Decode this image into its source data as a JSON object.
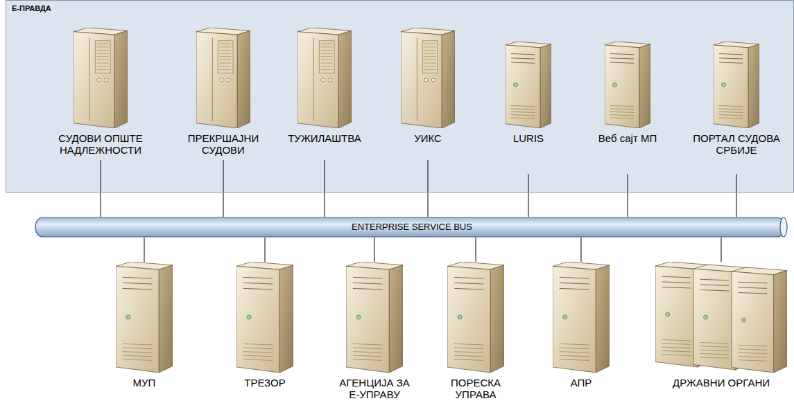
{
  "diagram": {
    "nodes": [
      {
        "text": [
          "Е-ПРАВДА"
        ]
      },
      {
        "text": [
          "СУДОВИ ОПШТЕ НАДЛЕЖНОСТИ"
        ],
        "in": 0
      },
      {
        "text": [
          "ПРЕКРШАЈНИ СУДОВИ"
        ],
        "in": 0
      },
      {
        "text": [
          "ТУЖИЛАШТВА"
        ],
        "in": 0
      },
      {
        "text": [
          "УИКС"
        ],
        "in": 0
      },
      {
        "text": [
          "LURIS"
        ],
        "in": 0
      },
      {
        "text": [
          "Веб сајт МП"
        ],
        "in": 0
      },
      {
        "text": [
          "ПОРТАЛ СУДОВА СРБИЈЕ"
        ],
        "in": 0
      },
      {
        "text": [
          "ENTERPRISE SERVICE BUS"
        ]
      },
      {
        "text": [
          "МУП"
        ]
      },
      {
        "text": [
          "ТРЕЗОР"
        ]
      },
      {
        "text": [
          "АГЕНЦИЈА ЗА Е-УПРАВУ"
        ]
      },
      {
        "text": [
          "ПОРЕСКА УПРАВА"
        ]
      },
      {
        "text": [
          "АПР"
        ]
      },
      {
        "text": [
          "ДРЖАВНИ ОРГАНИ"
        ]
      }
    ],
    "edges": [
      {
        "from": 1,
        "to": 8,
        "arrow": "none"
      },
      {
        "from": 2,
        "to": 8,
        "arrow": "none"
      },
      {
        "from": 3,
        "to": 8,
        "arrow": "none"
      },
      {
        "from": 4,
        "to": 8,
        "arrow": "none"
      },
      {
        "from": 5,
        "to": 8,
        "arrow": "none"
      },
      {
        "from": 6,
        "to": 8,
        "arrow": "none"
      },
      {
        "from": 7,
        "to": 8,
        "arrow": "none"
      },
      {
        "from": 8,
        "to": 9,
        "arrow": "none"
      },
      {
        "from": 8,
        "to": 10,
        "arrow": "none"
      },
      {
        "from": 8,
        "to": 11,
        "arrow": "none"
      },
      {
        "from": 8,
        "to": 12,
        "arrow": "none"
      },
      {
        "from": 8,
        "to": 13,
        "arrow": "none"
      },
      {
        "from": 8,
        "to": 14,
        "arrow": "none"
      }
    ]
  }
}
